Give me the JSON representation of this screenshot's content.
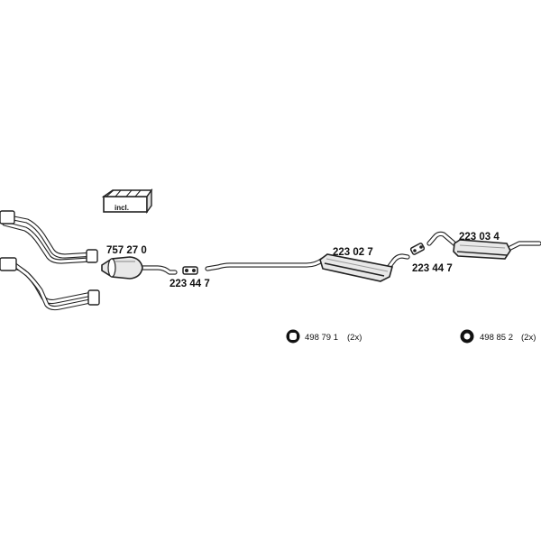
{
  "parts": {
    "front_pipe": {},
    "kit_box": {
      "label": "incl."
    },
    "catalyst": {
      "number": "757 27 0"
    },
    "clamp_1": {
      "number": "223 44 7"
    },
    "middle_silencer": {
      "number": "223 02 7"
    },
    "clamp_2": {
      "number": "223 44 7"
    },
    "rear_silencer": {
      "number": "223 03 4"
    },
    "mount_1": {
      "number": "498 79 1",
      "qty": "(2x)"
    },
    "mount_2": {
      "number": "498 85 2",
      "qty": "(2x)"
    }
  }
}
